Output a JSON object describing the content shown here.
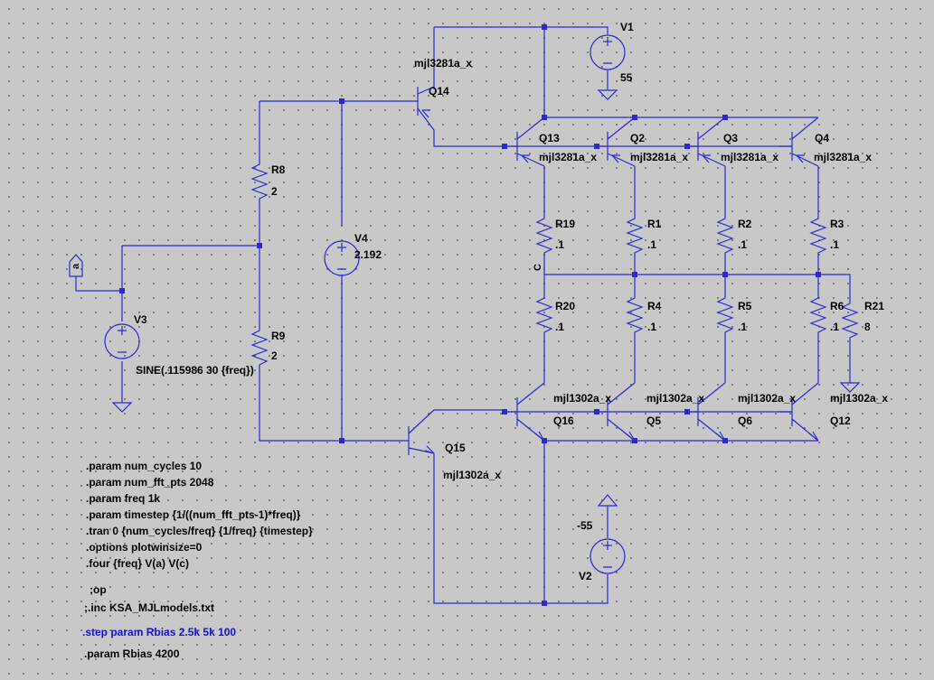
{
  "colors": {
    "wire": "#2a2ad0",
    "background": "#c8c8c8",
    "text": "#000000",
    "step_text": "#1414d2"
  },
  "net_labels": {
    "a": "a",
    "c": "C"
  },
  "transistors": {
    "q14": {
      "name": "Q14",
      "model": "mjl3281a_x"
    },
    "q13": {
      "name": "Q13",
      "model": "mjl3281a_x"
    },
    "q2": {
      "name": "Q2",
      "model": "mjl3281a_x"
    },
    "q3": {
      "name": "Q3",
      "model": "mjl3281a_x"
    },
    "q4": {
      "name": "Q4",
      "model": "mjl3281a_x"
    },
    "q15": {
      "name": "Q15",
      "model": "mjl1302a_x"
    },
    "q16": {
      "name": "Q16",
      "model": "mjl1302a_x"
    },
    "q5": {
      "name": "Q5",
      "model": "mjl1302a_x"
    },
    "q6": {
      "name": "Q6",
      "model": "mjl1302a_x"
    },
    "q12": {
      "name": "Q12",
      "model": "mjl1302a_x"
    }
  },
  "resistors": {
    "r8": {
      "name": "R8",
      "value": "2"
    },
    "r9": {
      "name": "R9",
      "value": "2"
    },
    "r19": {
      "name": "R19",
      "value": ".1"
    },
    "r1": {
      "name": "R1",
      "value": ".1"
    },
    "r2": {
      "name": "R2",
      "value": ".1"
    },
    "r3": {
      "name": "R3",
      "value": ".1"
    },
    "r20": {
      "name": "R20",
      "value": ".1"
    },
    "r4": {
      "name": "R4",
      "value": ".1"
    },
    "r5": {
      "name": "R5",
      "value": ".1"
    },
    "r6": {
      "name": "R6",
      "value": ".1"
    },
    "r21": {
      "name": "R21",
      "value": "8"
    }
  },
  "sources": {
    "v1": {
      "name": "V1",
      "value": "55"
    },
    "v2": {
      "name": "V2",
      "value": "-55"
    },
    "v3": {
      "name": "V3",
      "value": "SINE(.115986 30 {freq})"
    },
    "v4": {
      "name": "V4",
      "value": "2.192"
    }
  },
  "directives": [
    ".param num_cycles 10",
    ".param num_fft_pts 2048",
    ".param freq 1k",
    ".param timestep {1/((num_fft_pts-1)*freq)}",
    ".tran 0 {num_cycles/freq} {1/freq} {timestep}",
    ".options plotwinsize=0",
    ".four {freq} V(a) V(c)"
  ],
  "op_directive": ";op",
  "inc_directive": ";.inc KSA_MJLmodels.txt",
  "step_directive": ".step param Rbias 2.5k 5k 100",
  "rbias_directive": ".param Rbias 4200"
}
